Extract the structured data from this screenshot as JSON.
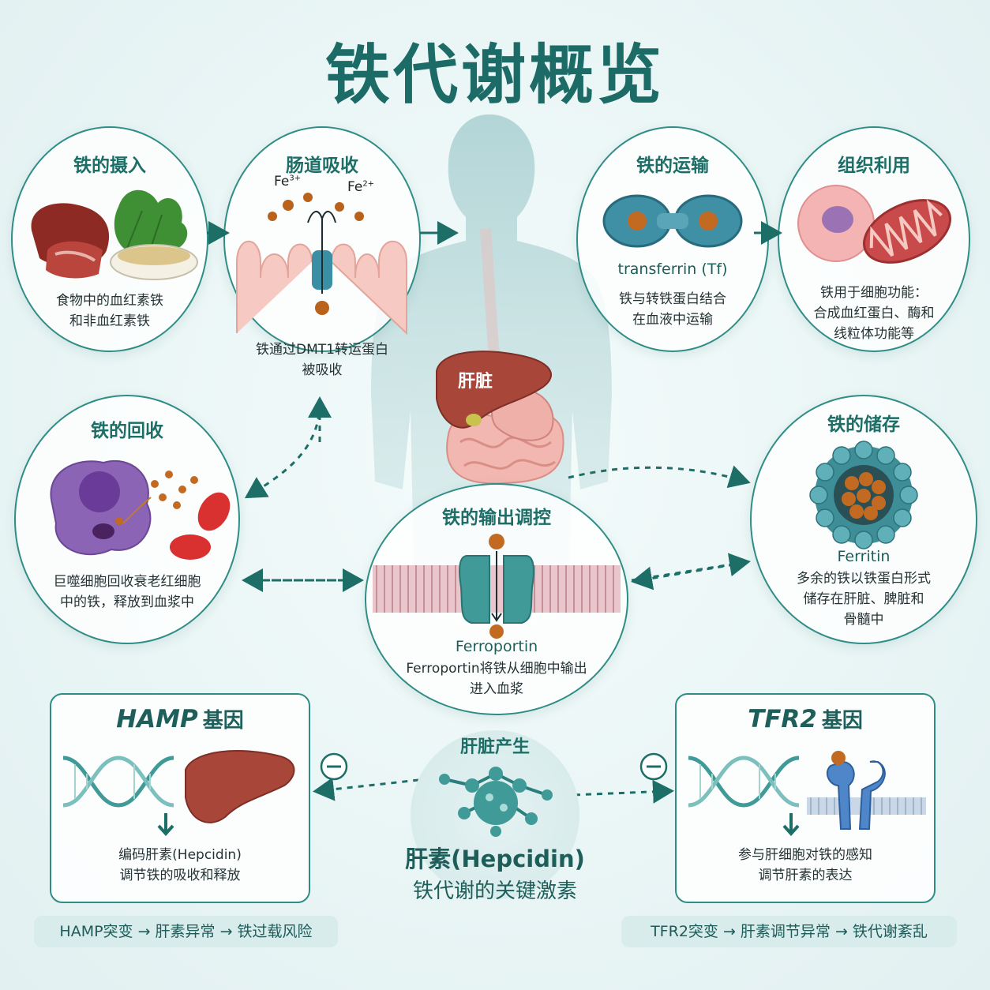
{
  "title": "铁代谢概览",
  "panels": {
    "intake": {
      "title": "铁的摄入",
      "text1": "食物中的血红素铁",
      "text2": "和非血红素铁"
    },
    "absorption": {
      "title": "肠道吸收",
      "fe3": "Fe",
      "fe3_sup": "3+",
      "fe2": "Fe",
      "fe2_sup": "2+",
      "text1": "铁通过DMT1转运蛋白",
      "text2": "被吸收"
    },
    "transport": {
      "title": "铁的运输",
      "label": "transferrin (Tf)",
      "text1": "铁与转铁蛋白结合",
      "text2": "在血液中运输"
    },
    "utilization": {
      "title": "组织利用",
      "text1": "铁用于细胞功能：",
      "text2": "合成血红蛋白、酶和",
      "text3": "线粒体功能等"
    },
    "recycling": {
      "title": "铁的回收",
      "text1": "巨噬细胞回收衰老红细胞",
      "text2": "中的铁，释放到血浆中"
    },
    "export": {
      "title": "铁的输出调控",
      "label": "Ferroportin",
      "text1": "Ferroportin将铁从细胞中输出",
      "text2": "进入血浆"
    },
    "storage": {
      "title": "铁的储存",
      "label": "Ferritin",
      "text1": "多余的铁以铁蛋白形式",
      "text2": "储存在肝脏、脾脏和",
      "text3": "骨髓中"
    },
    "liver_label": "肝脏"
  },
  "hamp": {
    "gene": "HAMP",
    "suffix": "基因",
    "text1": "编码肝素(Hepcidin)",
    "text2": "调节铁的吸收和释放",
    "bar": "HAMP突变 → 肝素异常 → 铁过载风险"
  },
  "tfr2": {
    "gene": "TFR2",
    "suffix": "基因",
    "text1": "参与肝细胞对铁的感知",
    "text2": "调节肝素的表达",
    "bar": "TFR2突变 → 肝素调节异常 → 铁代谢紊乱"
  },
  "hepcidin": {
    "top": "肝脏产生",
    "name": "肝素(Hepcidin)",
    "desc": "铁代谢的关键激素"
  },
  "colors": {
    "teal": "#2f8d86",
    "dark_teal": "#1e6e68",
    "iron": "#b8621c",
    "liver": "#a8463a"
  }
}
